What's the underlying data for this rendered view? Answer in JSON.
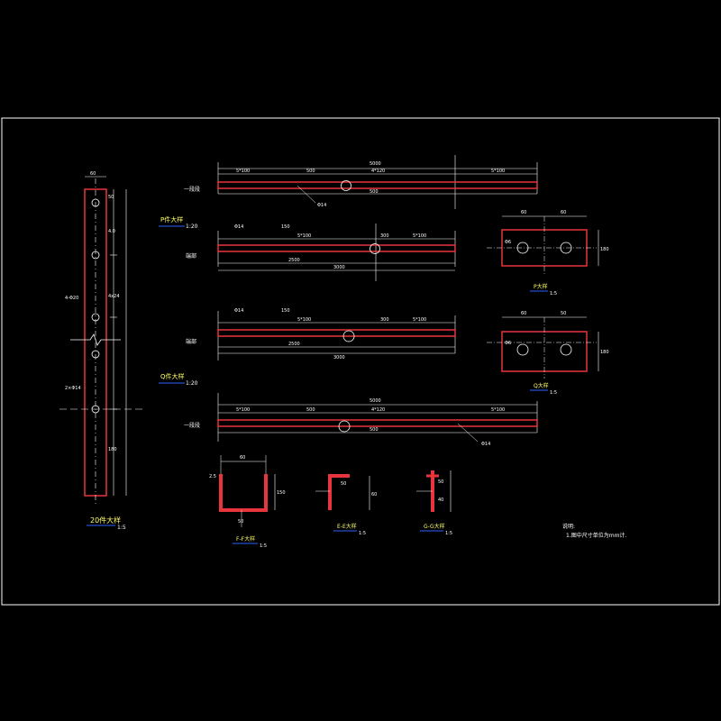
{
  "colors": {
    "background": "#000000",
    "frame": "#ffffff",
    "member": "#e8343c",
    "dimension": "#ffffff",
    "title_underline": "#3060ff",
    "text": "#ffffff",
    "hole": "#ffff66"
  },
  "post_view": {
    "title": "20件大样",
    "scale": "1:5",
    "labels": [
      "60",
      "50",
      "4-Φ20",
      "4.0",
      "4x24",
      "2×Φ14",
      "180"
    ]
  },
  "section_p_title": {
    "title": "P件大样",
    "scale": "1:20"
  },
  "section_q_title": {
    "title": "Q件大样",
    "scale": "1:20"
  },
  "beams": [
    {
      "label": "一段段",
      "total": "5000",
      "marks": [
        "5*100",
        "500",
        "4*120",
        "5*100"
      ],
      "ref": "Φ14",
      "bottom": "500"
    },
    {
      "label": "端部",
      "total": "3000",
      "marks": [
        "Φ14",
        "150",
        "5*100",
        "300",
        "5*100"
      ],
      "bottom": "2500"
    },
    {
      "label": "端部",
      "total": "3000",
      "marks": [
        "Φ14",
        "150",
        "5*100",
        "300",
        "5*100"
      ],
      "bottom": "2500"
    },
    {
      "label": "一段段",
      "total": "5000",
      "marks": [
        "5*100",
        "500",
        "4*120",
        "5*100"
      ],
      "ref": "Φ14",
      "bottom": "500"
    }
  ],
  "plate_p": {
    "title": "P大样",
    "scale": "1:5",
    "labels": [
      "60",
      "60",
      "Φ6",
      "180"
    ]
  },
  "plate_q": {
    "title": "Q大样",
    "scale": "1:5",
    "labels": [
      "60",
      "50",
      "Φ6",
      "180"
    ]
  },
  "section_ff": {
    "title": "F-F大样",
    "scale": "1:5",
    "labels": [
      "60",
      "2.5",
      "150",
      "50"
    ]
  },
  "section_ee": {
    "title": "E-E大样",
    "scale": "1:5",
    "labels": [
      "50",
      "60"
    ]
  },
  "section_gg": {
    "title": "G-G大样",
    "scale": "1:5",
    "labels": [
      "50",
      "40"
    ]
  },
  "notes": {
    "heading": "说明:",
    "lines": [
      "1.图中尺寸单位为mm计."
    ]
  }
}
